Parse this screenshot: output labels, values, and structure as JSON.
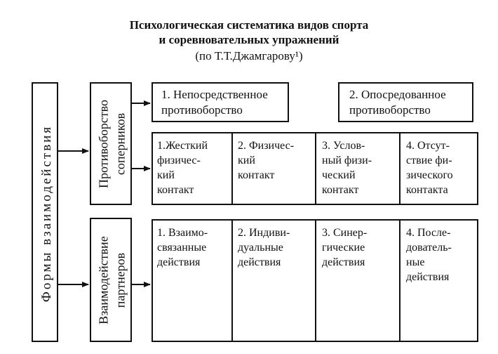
{
  "title": {
    "line1": "Психологическая систематика видов спорта",
    "line2": "и соревновательных упражнений",
    "line3": "(по Т.Т.Джамгарову¹)"
  },
  "root": {
    "label": "Формы взаимодействия"
  },
  "opposition": {
    "label_line1": "Противоборство",
    "label_line2": "соперников",
    "top_boxes": [
      "1. Непосредственное\nпротивоборство",
      "2. Опосредованное\nпротивоборство"
    ],
    "cells": [
      "1.Жесткий\nфизичес-\nкий\nконтакт",
      "2. Физичес-\nкий\nконтакт",
      "3. Услов-\nный физи-\nческий\nконтакт",
      "4. Отсут-\nствие фи-\nзического\nконтакта"
    ]
  },
  "cooperation": {
    "label_line1": "Взаимодействие",
    "label_line2": "партнеров",
    "cells": [
      "1. Взаимо-\nсвязанные\nдействия",
      "2. Индиви-\nдуальные\nдействия",
      "3. Синер-\nгические\nдействия",
      "4. После-\nдователь-\nные\nдействия"
    ]
  }
}
